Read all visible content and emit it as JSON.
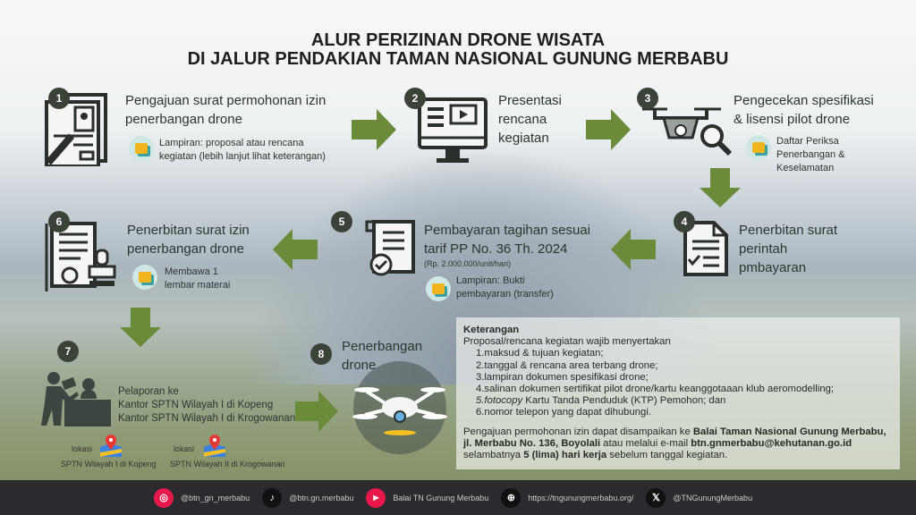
{
  "title": {
    "line1": "ALUR PERIZINAN DRONE WISATA",
    "line2": "DI JALUR PENDAKIAN TAMAN NASIONAL GUNUNG MERBABU"
  },
  "steps": [
    {
      "num": "1",
      "lines": [
        "Pengajuan surat permohonan izin",
        "penerbangan drone"
      ],
      "attachment": [
        "Lampiran: proposal atau rencana",
        "kegiatan (lebih lanjut lihat keterangan)"
      ]
    },
    {
      "num": "2",
      "lines": [
        "Presentasi",
        "rencana",
        "kegiatan"
      ]
    },
    {
      "num": "3",
      "lines": [
        "Pengecekan spesifikasi",
        "& lisensi pilot drone"
      ],
      "attachment": [
        "Daftar Periksa",
        "Penerbangan &",
        "Keselamatan"
      ]
    },
    {
      "num": "4",
      "lines": [
        "Penerbitan surat",
        "perintah",
        "pmbayaran"
      ]
    },
    {
      "num": "5",
      "lines": [
        "Pembayaran tagihan sesuai",
        "tarif PP No. 36 Th. 2024"
      ],
      "note": "(Rp. 2.000.000/unit/hari)",
      "attachment": [
        "Lampiran: Bukti",
        "pembayaran (transfer)"
      ]
    },
    {
      "num": "6",
      "lines": [
        "Penerbitan surat izin",
        "penerbangan drone"
      ],
      "attachment": [
        "Membawa 1",
        "lembar materai"
      ]
    },
    {
      "num": "7",
      "lines": [
        "Pelaporan ke",
        "Kantor SPTN Wilayah I di Kopeng",
        "Kantor SPTN Wilayah I di Krogowanan"
      ],
      "locations": [
        {
          "label": "lokasi",
          "name": "SPTN Wilayah I di Kopeng"
        },
        {
          "label": "lokasi",
          "name": "SPTN Wilayah II di Krogowanan"
        }
      ]
    },
    {
      "num": "8",
      "lines": [
        "Penerbangan",
        "drone"
      ]
    }
  ],
  "keterangan": {
    "heading": "Keterangan",
    "intro": "Proposal/rencana kegiatan wajib menyertakan",
    "items": [
      "1.maksud & tujuan kegiatan;",
      "2.tanggal & rencana area terbang drone;",
      "3.lampiran dokumen spesifikasi drone;",
      "4.salinan dokumen sertifikat pilot drone/kartu keanggotaaan klub aeromodelling;"
    ],
    "item5_italic": "5.fotocopy",
    "item5_rest": " Kartu Tanda Penduduk (KTP) Pemohon; dan",
    "item6": "6.nomor telepon yang dapat dihubungi.",
    "p1": "Pengajuan permohonan izin dapat disampaikan ke ",
    "p1_bold": "Balai Taman Nasional Gunung Merbabu, jl. Merbabu No. 136, Boyolali",
    "p2": " atau melalui e-mail ",
    "email": "btn.gnmerbabu@kehutanan.go.id",
    "p3": " selambatnya ",
    "p3_bold": "5 (lima) hari kerja",
    "p4": " sebelum tanggal kegiatan."
  },
  "footer": [
    {
      "icon": "instagram-icon",
      "text": "@btn_gn_merbabu",
      "color": "#e8194a"
    },
    {
      "icon": "tiktok-icon",
      "text": "@btn.gn.merbabu",
      "color": "#111111"
    },
    {
      "icon": "youtube-icon",
      "text": "Balai TN Gunung Merbabu",
      "color": "#e8194a"
    },
    {
      "icon": "globe-icon",
      "text": "https://tngunungmerbabu.org/",
      "color": "#111111"
    },
    {
      "icon": "x-icon",
      "text": "@TNGunungMerbabu",
      "color": "#111111"
    }
  ],
  "colors": {
    "arrow": "#6b8a3a",
    "badge": "#3b4238",
    "footer": "#2c2a2e"
  }
}
